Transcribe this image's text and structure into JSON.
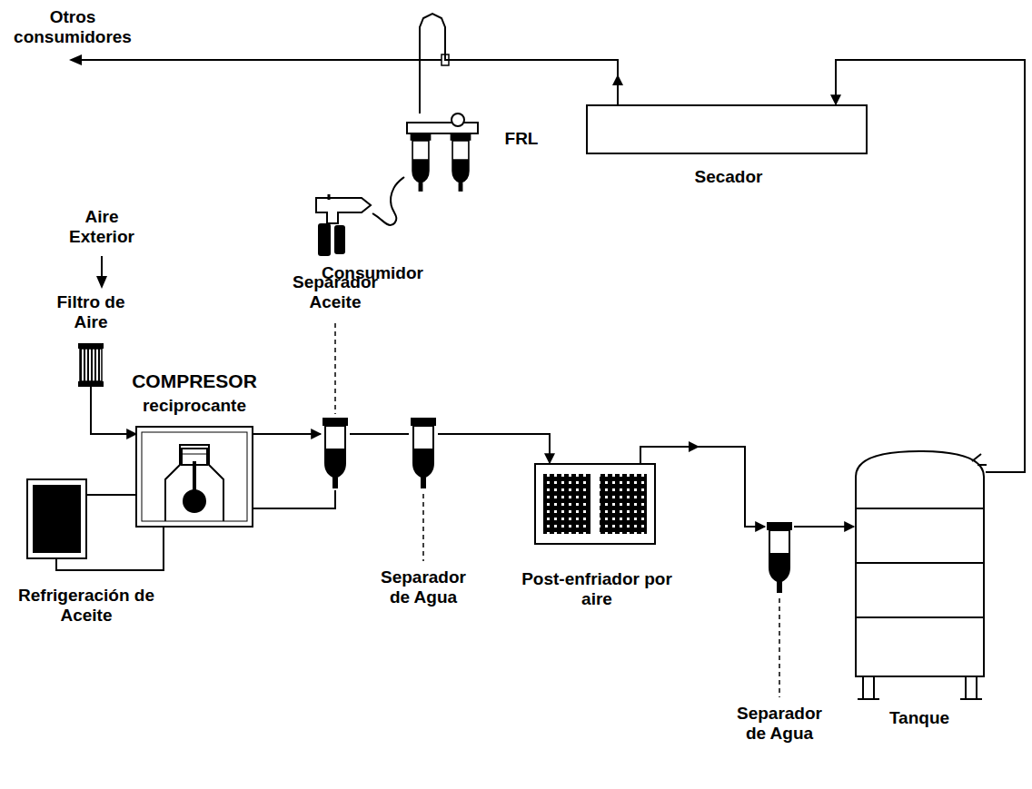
{
  "diagram": {
    "nodes": [
      {
        "text": [
          "Secador"
        ]
      },
      {
        "text": [
          "FRL"
        ]
      },
      {
        "text": [
          "Consumidor"
        ]
      },
      {
        "text": [
          "Filtro de Aire"
        ]
      },
      {
        "text": [
          "COMPRESOR",
          "reciprocante"
        ]
      },
      {
        "text": [
          "Separador Aceite"
        ]
      },
      {
        "text": [
          "Separador de Agua"
        ]
      },
      {
        "text": [
          "Post-enfriador por aire"
        ]
      },
      {
        "text": [
          "Refrigeración de Aceite"
        ]
      },
      {
        "text": [
          "Separador de Agua"
        ]
      },
      {
        "text": [
          "Tanque"
        ]
      }
    ],
    "edges": [
      {
        "from": 3,
        "to": 4,
        "arrow": "to"
      },
      {
        "from": 4,
        "to": 5,
        "arrow": "to"
      },
      {
        "from": 5,
        "to": 4,
        "arrow": "none"
      },
      {
        "from": 8,
        "to": 4,
        "arrow": "none"
      },
      {
        "from": 8,
        "to": 4,
        "arrow": "none"
      },
      {
        "from": 5,
        "to": 6,
        "arrow": "none"
      },
      {
        "from": 6,
        "to": 7,
        "arrow": "to"
      },
      {
        "from": 7,
        "to": 9,
        "arrow": "to"
      },
      {
        "from": 9,
        "to": 10,
        "arrow": "to"
      },
      {
        "from": 10,
        "to": 0,
        "arrow": "to"
      },
      {
        "from": 0,
        "to": 1,
        "arrow": "none"
      },
      {
        "from": 1,
        "to": 2,
        "arrow": "none"
      }
    ],
    "labels": [
      "Otros consumidores",
      "Aire Exterior"
    ]
  }
}
